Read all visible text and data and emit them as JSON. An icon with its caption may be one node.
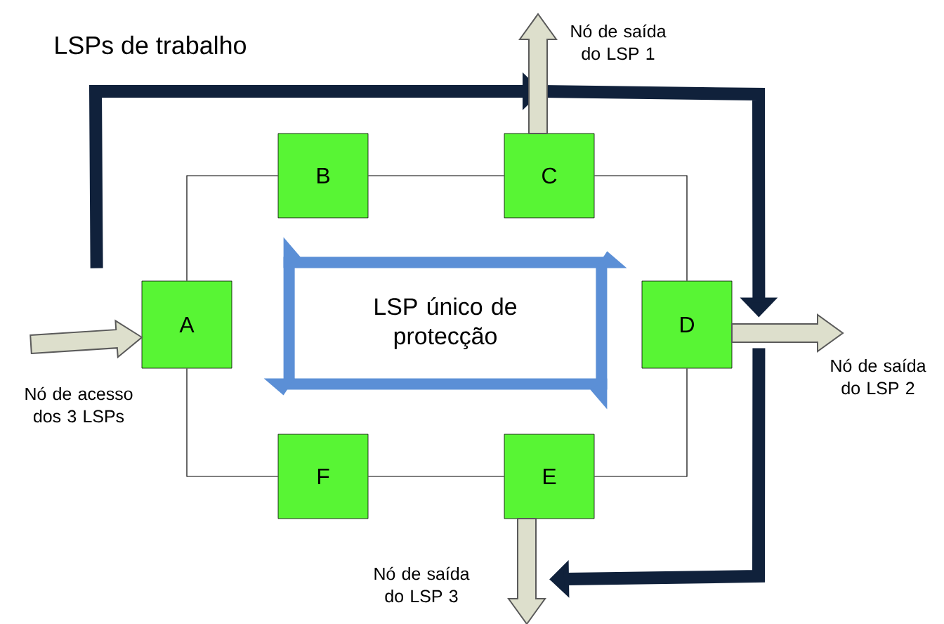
{
  "diagram": {
    "title": "LSPs de trabalho",
    "nodes": [
      {
        "text": [
          "A"
        ]
      },
      {
        "text": [
          "B"
        ]
      },
      {
        "text": [
          "C"
        ]
      },
      {
        "text": [
          "D"
        ]
      },
      {
        "text": [
          "E"
        ]
      },
      {
        "text": [
          "F"
        ]
      },
      {
        "text": [
          "LSP único de protecção"
        ]
      }
    ],
    "edges": [
      {
        "from": 0,
        "to": 1,
        "arrow": "none"
      },
      {
        "from": 1,
        "to": 2,
        "arrow": "none"
      },
      {
        "from": 2,
        "to": 3,
        "arrow": "none"
      },
      {
        "from": 3,
        "to": 4,
        "arrow": "none"
      },
      {
        "from": 4,
        "to": 5,
        "arrow": "none"
      },
      {
        "from": 5,
        "to": 0,
        "arrow": "none"
      },
      {
        "from": 0,
        "to": 2,
        "arrow": "to",
        "style": "thick",
        "color": "#10213b"
      },
      {
        "from": 2,
        "to": 3,
        "arrow": "to",
        "style": "thick",
        "color": "#10213b"
      },
      {
        "from": 3,
        "to": 4,
        "arrow": "to",
        "style": "thick",
        "color": "#10213b"
      },
      {
        "from": null,
        "to": 0,
        "arrow": "to",
        "style": "thick"
      },
      {
        "from": 2,
        "to": null,
        "arrow": "to",
        "style": "thick"
      },
      {
        "from": 3,
        "to": null,
        "arrow": "to",
        "style": "thick"
      },
      {
        "from": 4,
        "to": null,
        "arrow": "to",
        "style": "thick"
      }
    ],
    "labels": [
      "Nó de saída do LSP 1",
      "Nó de saída do LSP 2",
      "Nó de acesso dos 3 LSPs",
      "Nó de saída do LSP 3"
    ]
  }
}
